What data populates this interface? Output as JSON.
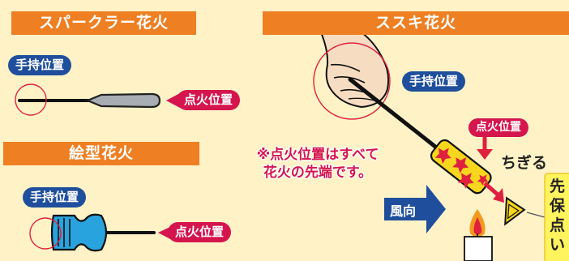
{
  "sections": {
    "sparkler_title": "スパークラー花火",
    "picture_title": "絵型花火",
    "susuki_title": "ススキ花火"
  },
  "labels": {
    "grip": "手持位置",
    "ignition": "点火位置",
    "wind": "風向",
    "tear": "ちぎる"
  },
  "note": {
    "line1": "※点火位置はすべて",
    "line2": "花火の先端です。"
  },
  "side_note": [
    "先",
    "保",
    "点",
    "い"
  ],
  "colors": {
    "banner": "#EE7F22",
    "grip_tag": "#1F4F9C",
    "ignition_tag": "#D4154E",
    "background": "#FEF2C6",
    "firework_blue": "#29A3DD",
    "firework_yellow": "#F7D71E"
  }
}
